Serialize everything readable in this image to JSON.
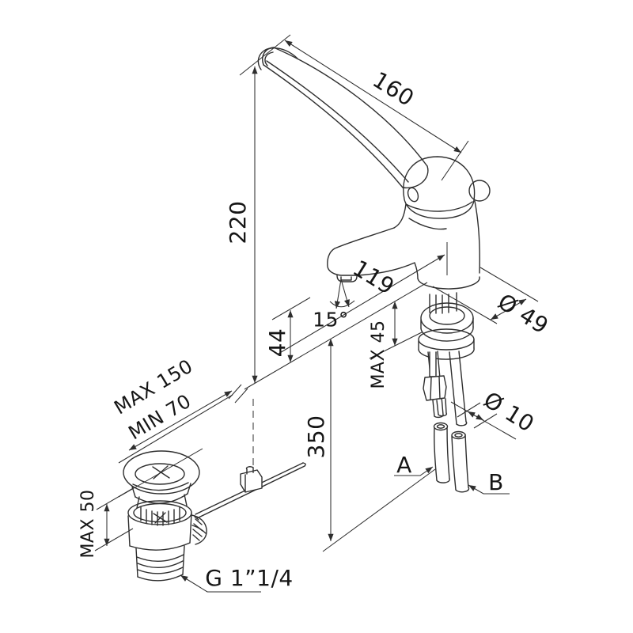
{
  "drawing_title": "basin mixer with clinical lever and pop-up waste - dimensional drawing",
  "line_color": "#2e2e2e",
  "background_color": "#ffffff",
  "labels": {
    "lever_length": "160",
    "overall_height": "220",
    "spout_reach": "119",
    "spout_angle": "15°",
    "spout_height": "44",
    "deck_thickness_max": "MAX 45",
    "body_diameter": "Ø 49",
    "hose_diameter": "Ø 10",
    "hose_length": "350",
    "rod_reach_max": "MAX 150",
    "rod_reach_min": "MIN 70",
    "drain_deck_max": "MAX 50",
    "drain_thread": "G 1”1/4",
    "hose_a": "A",
    "hose_b": "B"
  }
}
